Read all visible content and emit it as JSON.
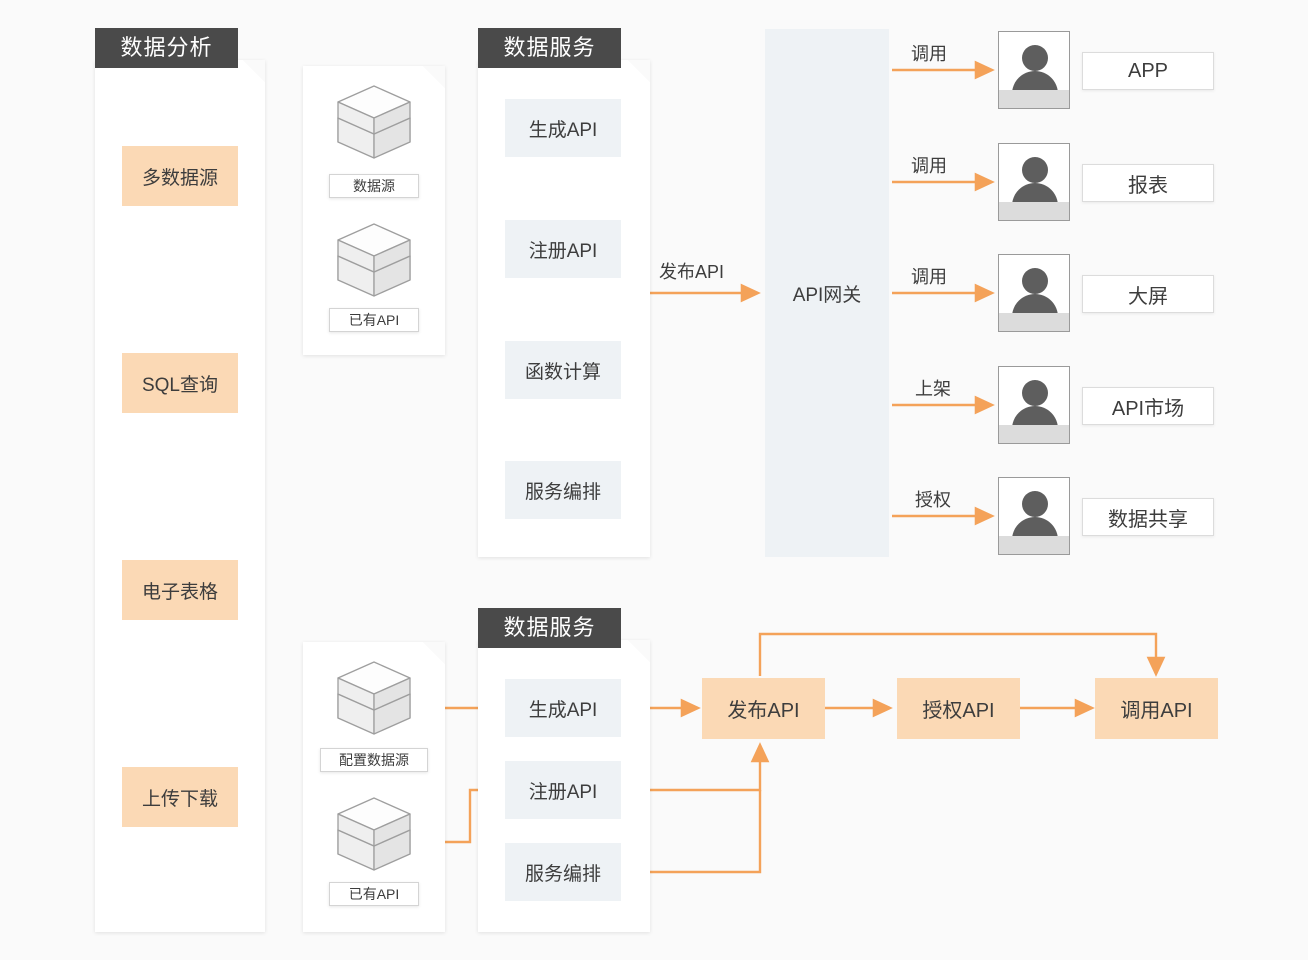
{
  "palette": {
    "background": "#fafafa",
    "tab_dark": "#4a4a4a",
    "orange_fill": "#fbd9b5",
    "blue_fill": "#eef2f5",
    "arrow_orange": "#f5a košt",
    "arrow": "#f5a councils",
    "arrow_color": "#f4a259",
    "text_dark": "#3d3d3d",
    "person_gray": "#5e5e5e",
    "person_band": "#dcdcdc"
  },
  "panels": {
    "data_analysis": {
      "tab_label": "数据分析",
      "items": [
        "多数据源",
        "SQL查询",
        "电子表格",
        "上传下载"
      ]
    },
    "data_source_top": {
      "icons": [
        {
          "label": "数据源"
        },
        {
          "label": "已有API"
        }
      ]
    },
    "data_service_top": {
      "tab_label": "数据服务",
      "items": [
        "生成API",
        "注册API",
        "函数计算",
        "服务编排"
      ]
    },
    "data_source_bottom": {
      "icons": [
        {
          "label": "配置数据源"
        },
        {
          "label": "已有API"
        }
      ]
    },
    "data_service_bottom": {
      "tab_label": "数据服务",
      "items": [
        "生成API",
        "注册API",
        "服务编排"
      ]
    }
  },
  "gateway": {
    "label": "API网关"
  },
  "publish_flow": {
    "label": "发布API"
  },
  "consumers": [
    {
      "arrow_label": "调用",
      "name": "APP"
    },
    {
      "arrow_label": "调用",
      "name": "报表"
    },
    {
      "arrow_label": "调用",
      "name": "大屏"
    },
    {
      "arrow_label": "上架",
      "name": "API市场"
    },
    {
      "arrow_label": "授权",
      "name": "数据共享"
    }
  ],
  "bottom_flow": {
    "steps": [
      "发布API",
      "授权API",
      "调用API"
    ]
  }
}
